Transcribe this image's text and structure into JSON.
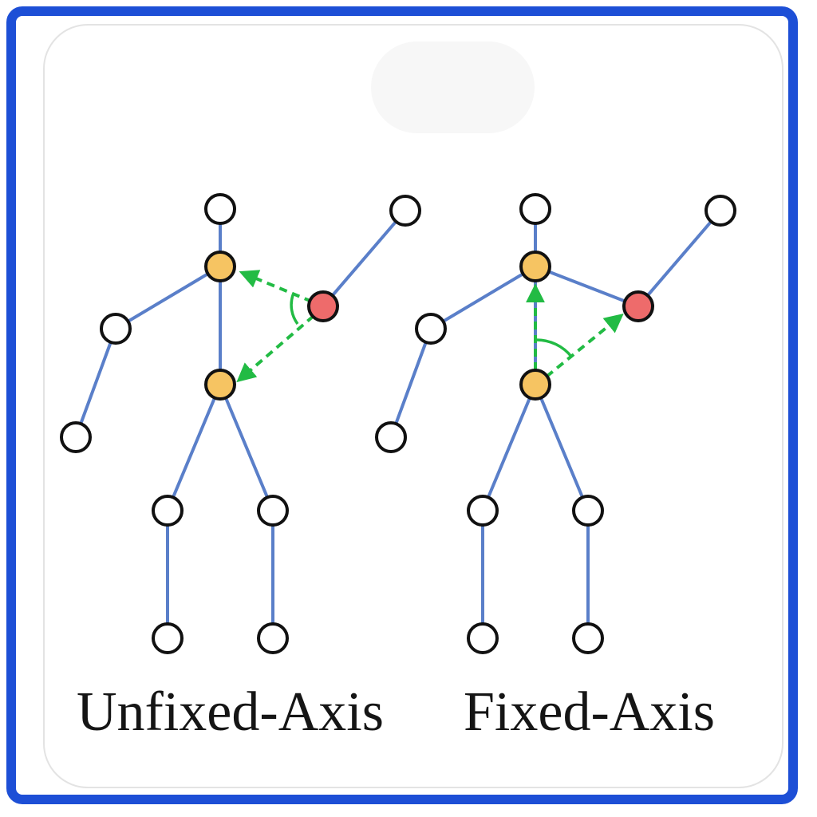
{
  "colors": {
    "frame": "#1d4fd6",
    "bone": "#5a7fc9",
    "axis": "#22bb44",
    "joint_default": "#ffffff",
    "joint_axis": "#f6c462",
    "joint_target": "#ee6b6b",
    "outline": "#111111"
  },
  "figures": [
    {
      "caption": "Unfixed-Axis",
      "axis_mode": "unfixed"
    },
    {
      "caption": "Fixed-Axis",
      "axis_mode": "fixed"
    }
  ]
}
